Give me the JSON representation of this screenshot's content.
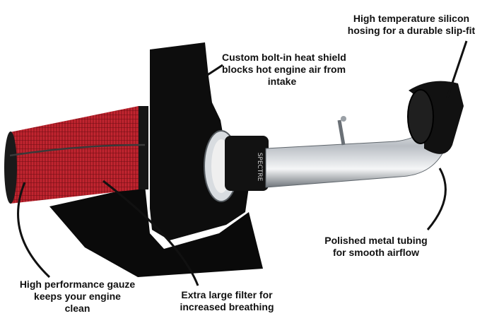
{
  "callouts": {
    "silicon": {
      "lines": [
        "High temperature silicon",
        "hosing for a durable slip-fit"
      ]
    },
    "shield": {
      "lines": [
        "Custom bolt-in heat shield",
        "blocks hot engine air from",
        "intake"
      ]
    },
    "polished": {
      "lines": [
        "Polished metal tubing",
        "for smooth airflow"
      ]
    },
    "gauze": {
      "lines": [
        "High performance gauze",
        "keeps your engine",
        "clean"
      ]
    },
    "filter": {
      "lines": [
        "Extra large filter for",
        "increased breathing"
      ]
    }
  },
  "product": {
    "name": "cold-air-intake-kit",
    "coupler_text": "SPECTRE",
    "colors": {
      "filter_red": "#c0202c",
      "filter_red_dark": "#7d1118",
      "shield_black": "#0d0d0d",
      "tube_chrome": "#d9dde2",
      "hose_black": "#111111"
    }
  }
}
